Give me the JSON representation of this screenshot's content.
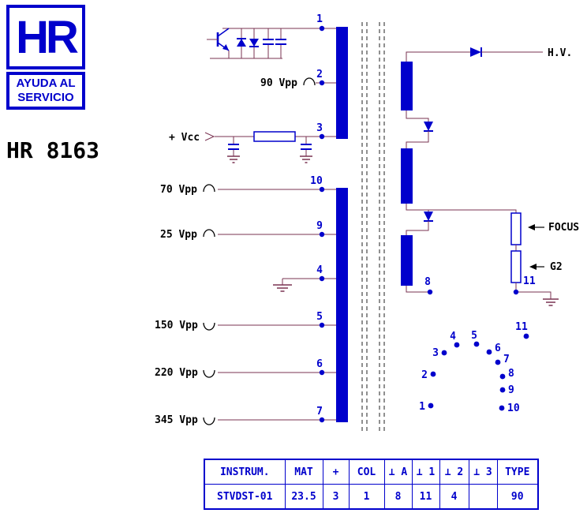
{
  "colors": {
    "accent_blue": "#0000cc",
    "wire_maroon": "#7a3352",
    "text_black": "#000000"
  },
  "logo": {
    "mark": "HR",
    "subtitle_line1": "AYUDA AL",
    "subtitle_line2": "SERVICIO"
  },
  "title": "HR 8163",
  "labels": {
    "vcc": "+ Vcc",
    "hv": "H.V.",
    "focus": "FOCUS",
    "g2": "G2",
    "v90": "90 Vpp",
    "v70": "70 Vpp",
    "v25": "25 Vpp",
    "v150": "150 Vpp",
    "v220": "220 Vpp",
    "v345": "345 Vpp"
  },
  "pins": {
    "p1": "1",
    "p2": "2",
    "p3": "3",
    "p4": "4",
    "p5": "5",
    "p6": "6",
    "p7": "7",
    "p8": "8",
    "p9": "9",
    "p10": "10",
    "p11": "11"
  },
  "pin_diagram": {
    "labels": [
      "1",
      "2",
      "3",
      "4",
      "5",
      "6",
      "7",
      "8",
      "9",
      "10",
      "11"
    ]
  },
  "table": {
    "headers": [
      "INSTRUM.",
      "MAT",
      "+",
      "COL",
      "⊥ A",
      "⊥ 1",
      "⊥ 2",
      "⊥ 3",
      "TYPE"
    ],
    "values": [
      "STVDST-01",
      "23.5",
      "3",
      "1",
      "8",
      "11",
      "4",
      "",
      "90"
    ]
  }
}
